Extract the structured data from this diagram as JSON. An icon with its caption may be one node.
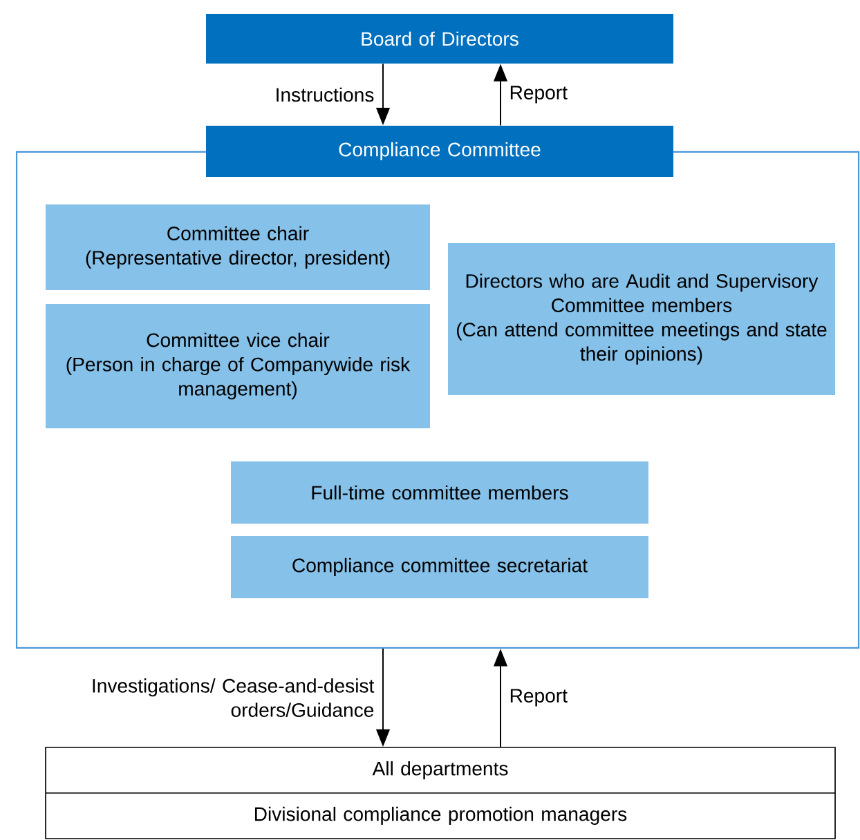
{
  "diagram": {
    "nodes": [
      {
        "text": [
          "Board of Directors"
        ]
      },
      {
        "text": [
          "Compliance Committee"
        ]
      },
      {
        "text": [],
        "shape": "box"
      },
      {
        "text": [
          "Committee chair",
          "(Representative director, president)"
        ],
        "in": 2
      },
      {
        "text": [
          "Directors who are Audit and Supervisory Committee members",
          "(Can attend committee meetings and state their opinions)"
        ],
        "in": 2
      },
      {
        "text": [
          "Committee vice chair",
          "(Person in charge of Companywide risk management)"
        ],
        "in": 2
      },
      {
        "text": [
          "Full-time committee members"
        ],
        "in": 2
      },
      {
        "text": [
          "Compliance committee secretariat"
        ],
        "in": 2
      },
      {
        "text": [
          "All departments",
          "Divisional compliance promotion managers"
        ]
      }
    ],
    "edges": [
      {
        "from": 0,
        "to": 1,
        "arrow": "to",
        "label": "Instructions"
      },
      {
        "from": 1,
        "to": 0,
        "arrow": "to",
        "label": "Report"
      },
      {
        "from": 2,
        "to": 8,
        "arrow": "to",
        "label": "Investigations/ Cease-and-desist orders/Guidance"
      },
      {
        "from": 8,
        "to": 2,
        "arrow": "to",
        "label": "Report"
      }
    ]
  }
}
